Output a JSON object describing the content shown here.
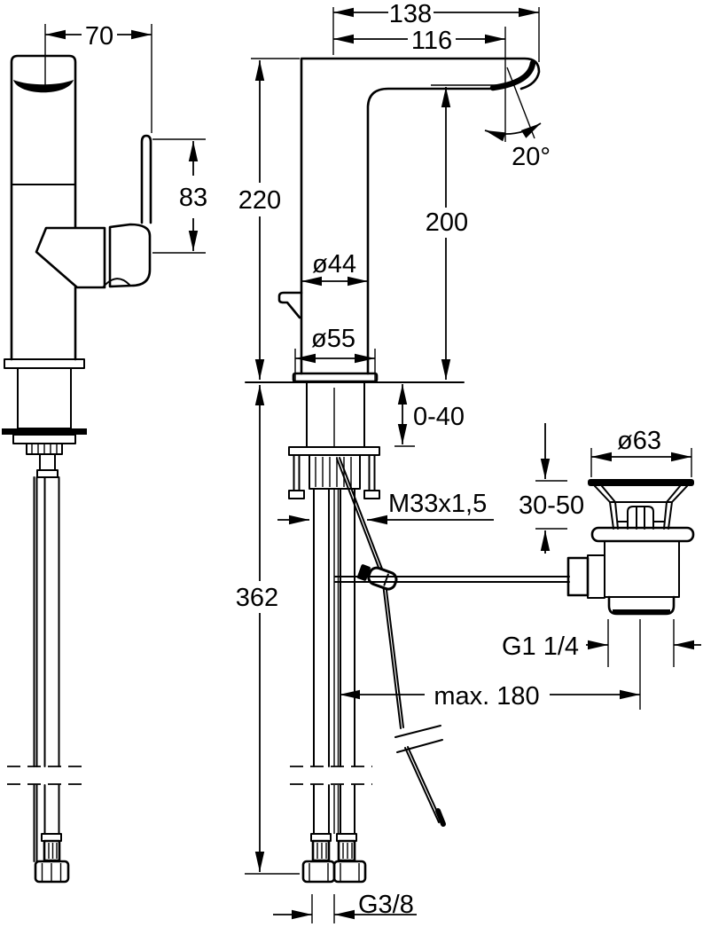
{
  "colors": {
    "line": "#000000",
    "background": "#ffffff"
  },
  "labels": {
    "side": {
      "depth": "70",
      "lever_height": "83"
    },
    "front": {
      "total_reach": "138",
      "spout_reach": "116",
      "spout_angle": "20°",
      "total_height": "220",
      "spout_height": "200",
      "body_diameter": "ø44",
      "base_diameter": "ø55",
      "clamping_range": "0-40",
      "mounting_thread": "M33x1,5",
      "hose_length": "362",
      "pull_rod_reach": "max. 180",
      "supply_thread": "G3/8"
    },
    "waste": {
      "flange_diameter": "ø63",
      "deck_thickness": "30-50",
      "outlet_thread": "G1 1/4"
    }
  }
}
